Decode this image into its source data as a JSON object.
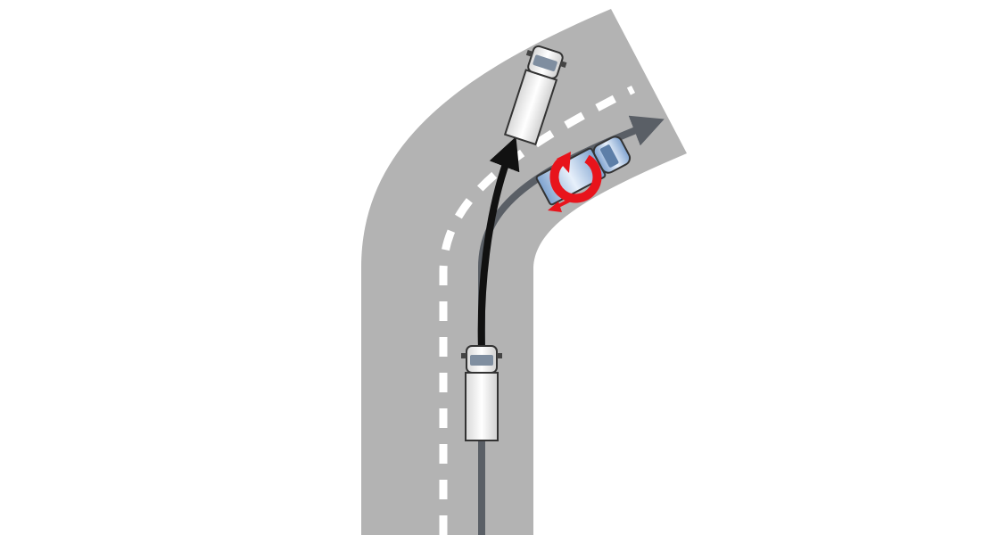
{
  "diagram": {
    "description_shown_text": [],
    "colors": {
      "background": "#ffffff",
      "road": "#b3b3b3",
      "lane_marking": "#ffffff",
      "planned_path": "#5a5f66",
      "skid_path": "#111111",
      "truck_body": "#f2f2f2",
      "truck_outline": "#333333",
      "truck_window": "#7f8ea0",
      "spin_indicator": "#e8141c",
      "pickup_body": "#a9c5e6"
    },
    "elements": [
      {
        "name": "road-curve",
        "kind": "road"
      },
      {
        "name": "center-lane-dashes",
        "kind": "lane-marking"
      },
      {
        "name": "intended-path-arrow",
        "kind": "arrow"
      },
      {
        "name": "actual-path-arrow",
        "kind": "arrow"
      },
      {
        "name": "truck-start",
        "kind": "vehicle"
      },
      {
        "name": "truck-end",
        "kind": "vehicle"
      },
      {
        "name": "pickup-spinning",
        "kind": "vehicle"
      },
      {
        "name": "spin-arrow-icon",
        "kind": "indicator"
      },
      {
        "name": "rear-slide-arrow-icon",
        "kind": "indicator"
      }
    ]
  }
}
